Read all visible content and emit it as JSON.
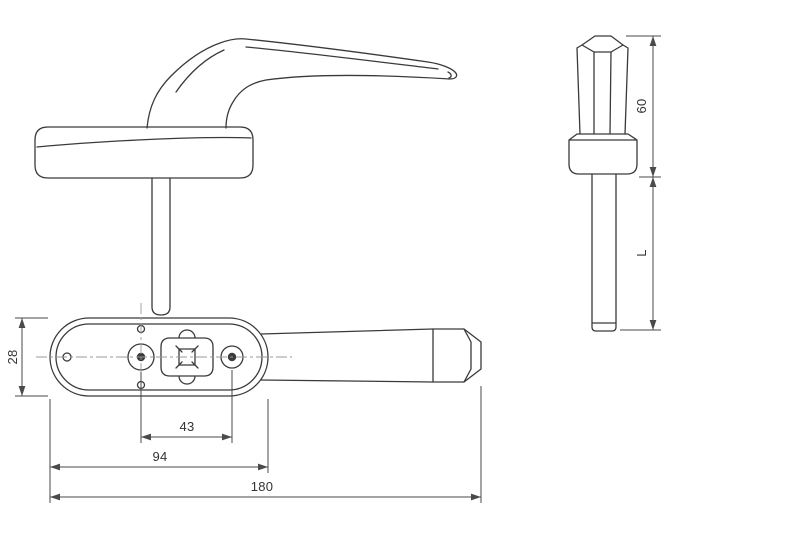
{
  "drawing": {
    "dimensions": {
      "plate_width": "28",
      "hole_spacing": "43",
      "plate_length": "94",
      "overall_length": "180",
      "neck_height": "60",
      "spindle_length": "L"
    },
    "colors": {
      "part_line": "#3a3a3a",
      "dimension_line": "#4a4a4a",
      "centerline": "#9a9a9a",
      "label_text": "#333333",
      "background": "#ffffff"
    }
  }
}
